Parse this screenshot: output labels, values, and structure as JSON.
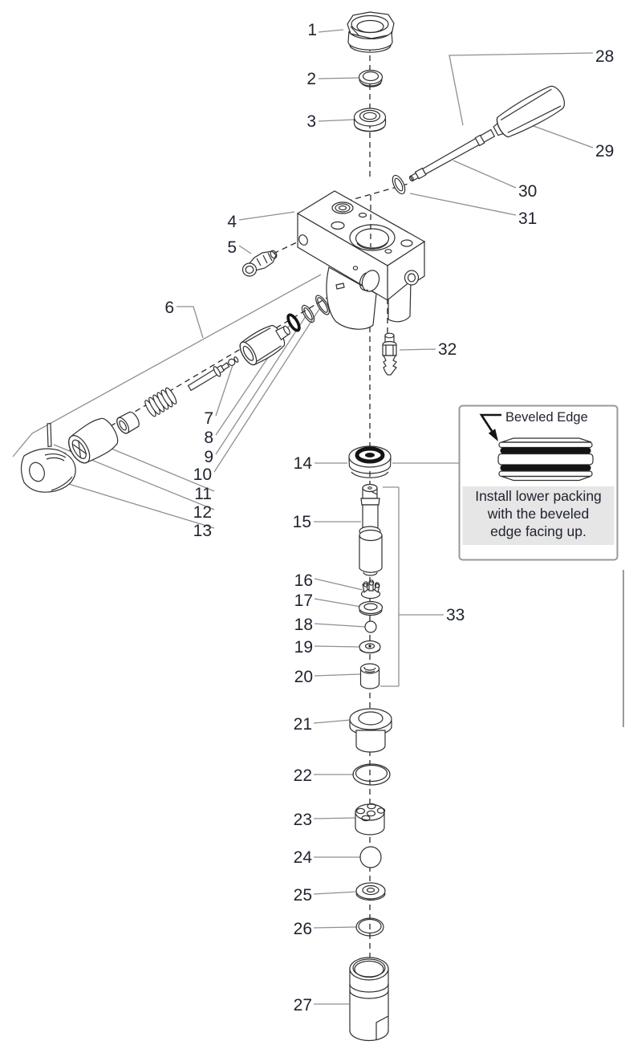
{
  "labels": {
    "n1": "1",
    "n2": "2",
    "n3": "3",
    "n4": "4",
    "n5": "5",
    "n6": "6",
    "n7": "7",
    "n8": "8",
    "n9": "9",
    "n10": "10",
    "n11": "11",
    "n12": "12",
    "n13": "13",
    "n14": "14",
    "n15": "15",
    "n16": "16",
    "n17": "17",
    "n18": "18",
    "n19": "19",
    "n20": "20",
    "n21": "21",
    "n22": "22",
    "n23": "23",
    "n24": "24",
    "n25": "25",
    "n26": "26",
    "n27": "27",
    "n28": "28",
    "n29": "29",
    "n30": "30",
    "n31": "31",
    "n32": "32",
    "n33": "33"
  },
  "callout": {
    "pointer_label": "Beveled Edge",
    "instruction": [
      "Install lower packing",
      "with the beveled",
      "edge facing up."
    ]
  },
  "colors": {
    "label_text": "#20242f",
    "part_line": "#2f2f2f",
    "leader_line": "#8f8f8f",
    "callout_border": "#999999",
    "callout_fill": "#e6e6e6",
    "packing_band": "#141414",
    "background": "#ffffff"
  }
}
